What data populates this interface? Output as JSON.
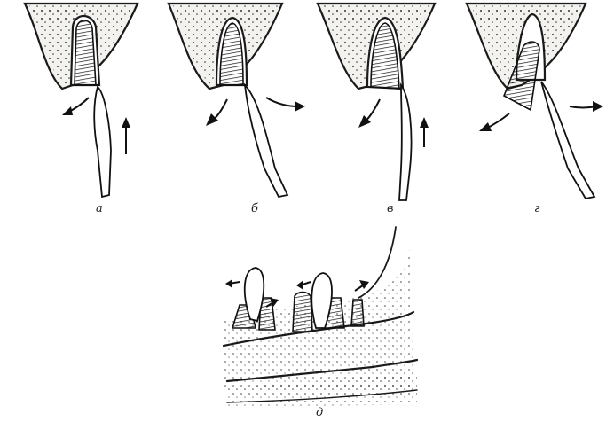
{
  "panels": [
    {
      "id": "a",
      "label": "а"
    },
    {
      "id": "b",
      "label": "б"
    },
    {
      "id": "v",
      "label": "в"
    },
    {
      "id": "g",
      "label": "г"
    },
    {
      "id": "d",
      "label": "д"
    }
  ],
  "colors": {
    "ink": "#1a1a1a",
    "root_fill": "#6a6a6a",
    "background": "#ffffff"
  }
}
